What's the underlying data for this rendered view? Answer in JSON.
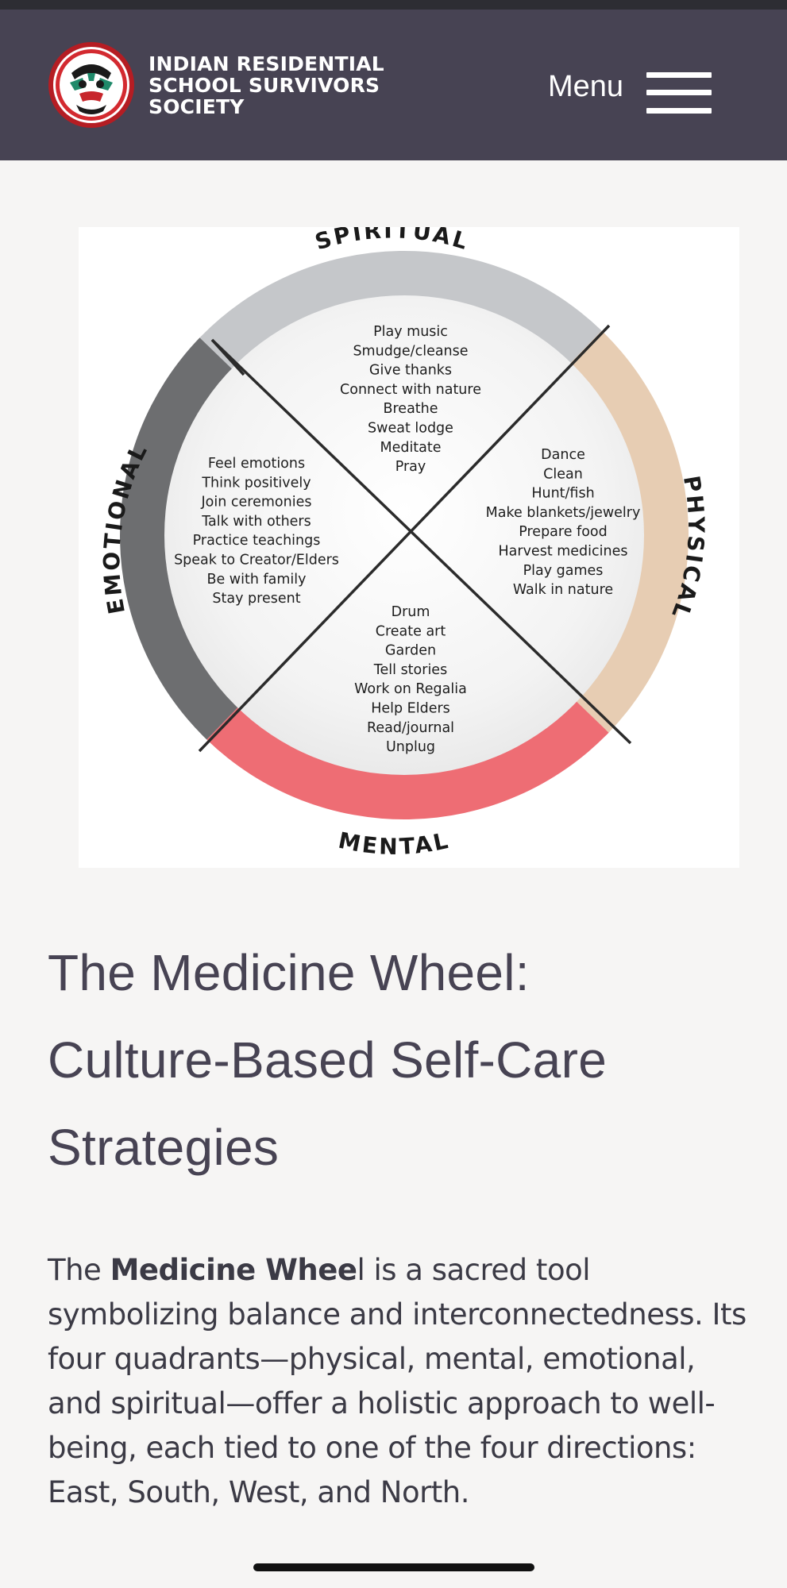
{
  "header": {
    "org_name_lines": [
      "INDIAN RESIDENTIAL",
      "SCHOOL SURVIVORS",
      "SOCIETY"
    ],
    "menu_label": "Menu"
  },
  "wheel": {
    "spiritual": {
      "label": "SPIRITUAL",
      "items": [
        "Play music",
        "Smudge/cleanse",
        "Give thanks",
        "Connect with nature",
        "Breathe",
        "Sweat lodge",
        "Meditate",
        "Pray"
      ]
    },
    "physical": {
      "label": "PHYSICAL",
      "items": [
        "Dance",
        "Clean",
        "Hunt/fish",
        "Make blankets/jewelry",
        "Prepare food",
        "Harvest medicines",
        "Play games",
        "Walk in nature"
      ]
    },
    "mental": {
      "label": "MENTAL",
      "items": [
        "Drum",
        "Create art",
        "Garden",
        "Tell stories",
        "Work on Regalia",
        "Help Elders",
        "Read/journal",
        "Unplug"
      ]
    },
    "emotional": {
      "label": "EMOTIONAL",
      "items": [
        "Feel emotions",
        "Think positively",
        "Join ceremonies",
        "Talk with others",
        "Practice teachings",
        "Speak to Creator/Elders",
        "Be with family",
        "Stay present"
      ]
    },
    "colors": {
      "spiritual": "#c5c7ca",
      "physical": "#e7cdb3",
      "mental": "#ee6d74",
      "emotional": "#6d6e70"
    }
  },
  "article": {
    "title_lines": [
      "The Medicine Wheel:",
      "Culture-Based Self-Care",
      "Strategies"
    ],
    "intro_prefix": "The ",
    "intro_bold": "Medicine Whee",
    "intro_suffix": "l is a sacred tool symbolizing balance and interconnectedness. Its four quadrants—physical, mental, emotional, and spiritual—offer a holistic approach to well-being, each tied to one of the four directions: East, South, West, and North."
  }
}
